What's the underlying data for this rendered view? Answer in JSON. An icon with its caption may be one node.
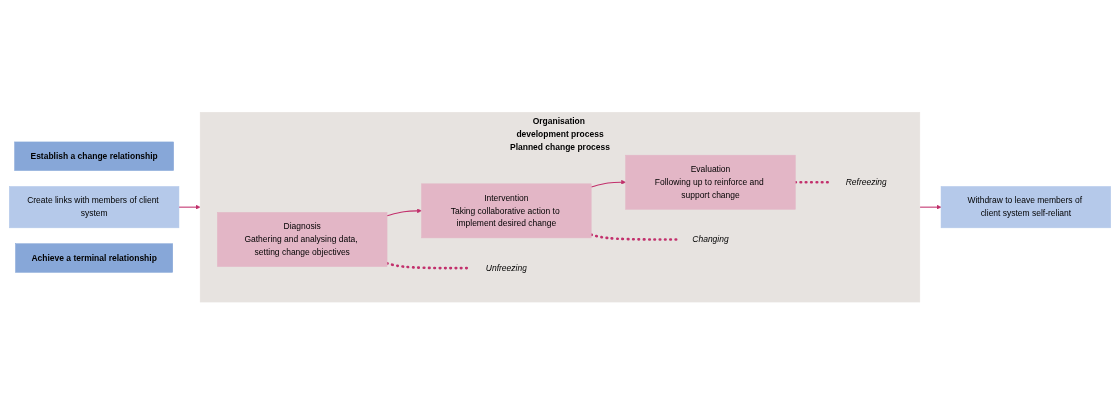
{
  "diagram": {
    "nodes": [
      {
        "text": [
          "Establish a change relationship"
        ]
      },
      {
        "text": [
          "Create links with members of client system"
        ]
      },
      {
        "text": [
          "Organisation development process",
          "Planned change process"
        ]
      },
      {
        "text": [
          "Diagnosis",
          "Gathering and analysing data, setting change objectives"
        ],
        "in": 2
      },
      {
        "text": [
          "Intervention",
          "Taking collaborative action to implement desired change"
        ],
        "in": 2
      },
      {
        "text": [
          "Evaluation",
          "Following up to reinforce and support change"
        ],
        "in": 2
      },
      {
        "text": [
          "Unfreezing"
        ],
        "in": 2
      },
      {
        "text": [
          "Changing"
        ],
        "in": 2
      },
      {
        "text": [
          "Refreezing"
        ],
        "in": 2
      },
      {
        "text": [
          "Achieve a terminal relationship"
        ]
      },
      {
        "text": [
          "Withdraw to leave members of client system self-reliant"
        ]
      }
    ],
    "edges": [
      {
        "from": 1,
        "to": 2,
        "arrow": "to"
      },
      {
        "from": 3,
        "to": 4,
        "arrow": "to"
      },
      {
        "from": 4,
        "to": 5,
        "arrow": "to"
      },
      {
        "from": 3,
        "to": 6,
        "arrow": "none",
        "style": "dashed"
      },
      {
        "from": 4,
        "to": 7,
        "arrow": "none",
        "style": "dashed"
      },
      {
        "from": 5,
        "to": 8,
        "arrow": "none",
        "style": "dashed"
      },
      {
        "from": 2,
        "to": 10,
        "arrow": "to"
      }
    ]
  }
}
